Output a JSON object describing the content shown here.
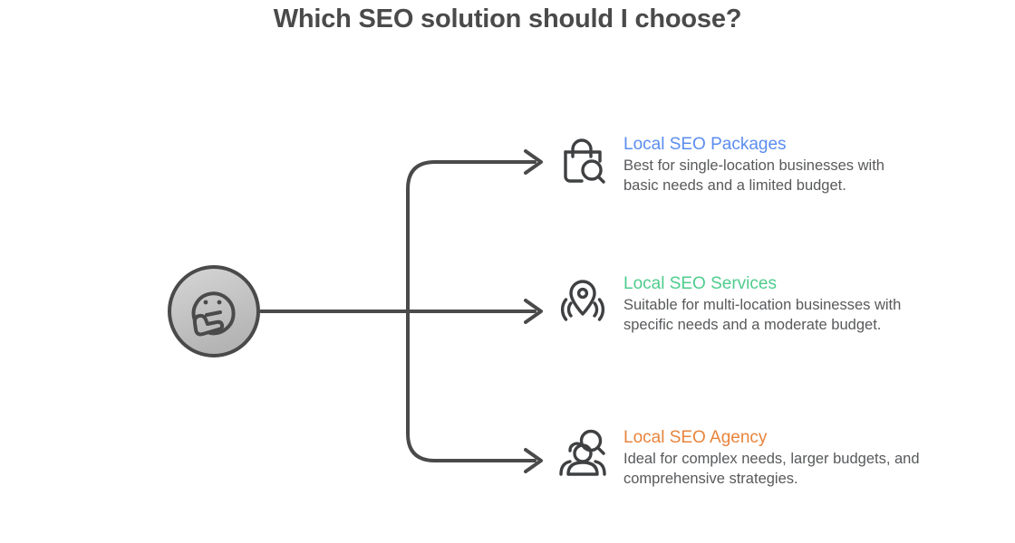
{
  "title": "Which SEO solution should I choose?",
  "hub": {
    "icon": "thinking-face-emoji",
    "fill_top": "#d4d4d4",
    "fill_bottom": "#b9b9b9",
    "stroke": "#4a4a4a"
  },
  "connector": {
    "color": "#4a4a4a",
    "style": "elbow-arrows",
    "arrow_count": 3
  },
  "branches": [
    {
      "icon": "shopping-bag-search-icon",
      "title": "Local SEO Packages",
      "color": "#5b8def",
      "description": "Best for single-location businesses with basic needs and a limited budget."
    },
    {
      "icon": "location-pin-signal-icon",
      "title": "Local SEO Services",
      "color": "#4fcc8e",
      "description": "Suitable for multi-location businesses with specific needs and a moderate budget."
    },
    {
      "icon": "people-group-search-icon",
      "title": "Local SEO Agency",
      "color": "#e8843c",
      "description": "Ideal for complex needs, larger budgets, and comprehensive strategies."
    }
  ]
}
